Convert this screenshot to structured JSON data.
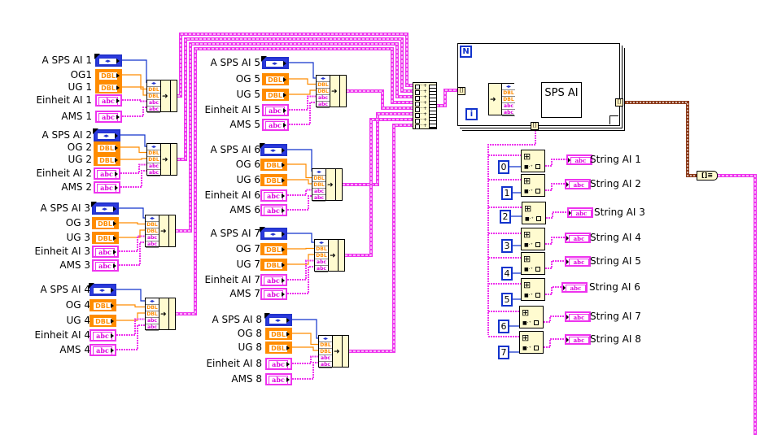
{
  "groups": [
    {
      "enum_label": "A SPS AI 1",
      "og_label": "OG1",
      "ug_label": "UG 1",
      "einheit_label": "Einheit AI 1",
      "ams_label": "AMS 1"
    },
    {
      "enum_label": "A SPS AI 2",
      "og_label": "OG 2",
      "ug_label": "UG 2",
      "einheit_label": "Einheit AI 2",
      "ams_label": "AMS 2"
    },
    {
      "enum_label": "A SPS AI 3",
      "og_label": "OG 3",
      "ug_label": "UG 3",
      "einheit_label": "Einheit AI 3",
      "ams_label": "AMS 3"
    },
    {
      "enum_label": "A SPS AI 4",
      "og_label": "OG 4",
      "ug_label": "UG 4",
      "einheit_label": "Einheit AI 4",
      "ams_label": "AMS 4"
    },
    {
      "enum_label": "A SPS AI 5",
      "og_label": "OG 5",
      "ug_label": "UG 5",
      "einheit_label": "Einheit AI 5",
      "ams_label": "AMS 5"
    },
    {
      "enum_label": "A SPS AI 6",
      "og_label": "OG 6",
      "ug_label": "UG 6",
      "einheit_label": "Einheit AI 6",
      "ams_label": "AMS 6"
    },
    {
      "enum_label": "A SPS AI 7",
      "og_label": "OG 7",
      "ug_label": "UG 7",
      "einheit_label": "Einheit AI 7",
      "ams_label": "AMS 7"
    },
    {
      "enum_label": "A SPS AI 8",
      "og_label": "OG 8",
      "ug_label": "UG 8",
      "einheit_label": "Einheit AI 8",
      "ams_label": "AMS 8"
    }
  ],
  "terminal_types": {
    "enum_glyph": "◂▸",
    "dbl": "DBL",
    "string": "abc"
  },
  "for_loop": {
    "count_terminal": "N",
    "iteration_terminal": "i",
    "subvi_label": "SPS AI"
  },
  "outputs": [
    {
      "index": "0",
      "label": "String AI 1"
    },
    {
      "index": "1",
      "label": "String AI 2"
    },
    {
      "index": "2",
      "label": "String AI 3"
    },
    {
      "index": "3",
      "label": "String AI 4"
    },
    {
      "index": "4",
      "label": "String AI 5"
    },
    {
      "index": "5",
      "label": "String AI 6"
    },
    {
      "index": "6",
      "label": "String AI 7"
    },
    {
      "index": "7",
      "label": "String AI 8"
    }
  ],
  "colors": {
    "enum_wire": "#1133cc",
    "dbl_wire": "#ff8c00",
    "string_wire": "#ee33ee",
    "cluster_wire": "#ee33ee",
    "cluster_array_wire": "#8b3a1a"
  }
}
